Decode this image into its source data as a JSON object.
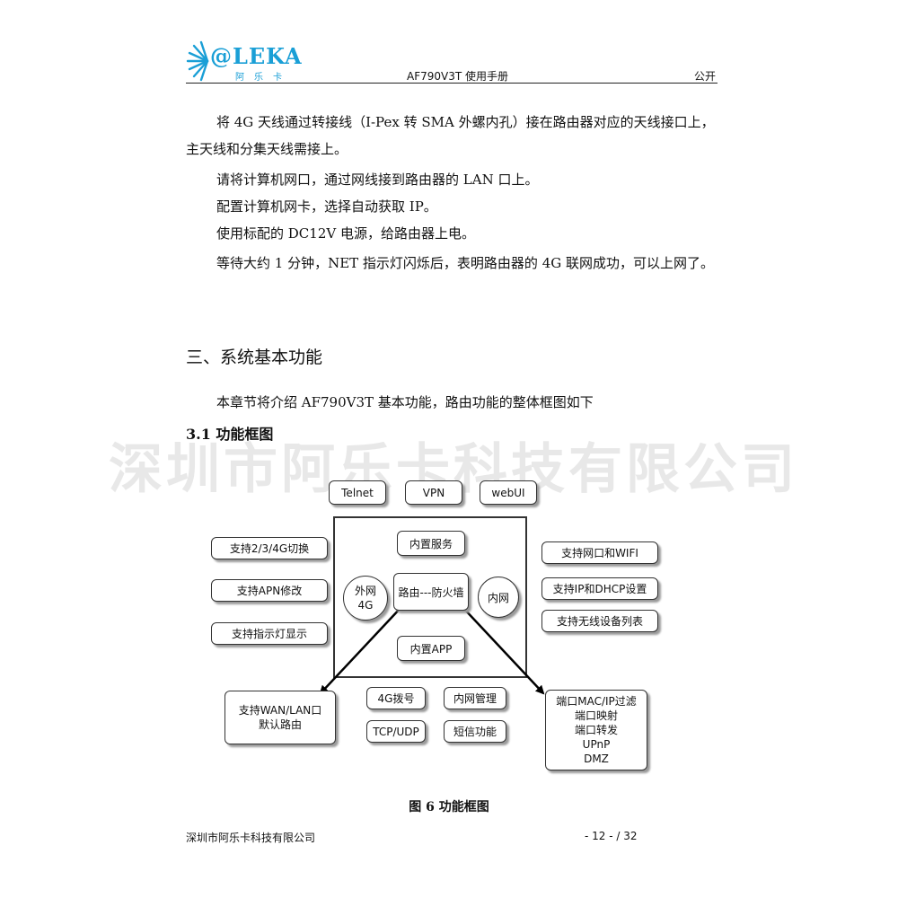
{
  "header": {
    "logo_text": "@LEKA",
    "logo_sub": "阿乐卡",
    "doc_title": "AF790V3T 使用手册",
    "doc_status": "公开"
  },
  "paragraphs": [
    "将 4G 天线通过转接线（I-Pex 转 SMA 外螺内孔）接在路由器对应的天线接口上，主天线和分集天线需接上。",
    "请将计算机网口，通过网线接到路由器的 LAN 口上。",
    "配置计算机网卡，选择自动获取 IP。",
    "使用标配的 DC12V 电源，给路由器上电。",
    "等待大约 1 分钟，NET 指示灯闪烁后，表明路由器的 4G 联网成功，可以上网了。"
  ],
  "section": {
    "title": "三、系统基本功能",
    "intro": "本章节将介绍 AF790V3T 基本功能，路由功能的整体框图如下",
    "subtitle": "3.1 功能框图"
  },
  "watermark": "深圳市阿乐卡科技有限公司",
  "diagram": {
    "top_boxes": [
      "Telnet",
      "VPN",
      "webUI"
    ],
    "left_boxes": [
      "支持2/3/4G切换",
      "支持APN修改",
      "支持指示灯显示"
    ],
    "right_boxes": [
      "支持网口和WIFI",
      "支持IP和DHCP设置",
      "支持无线设备列表"
    ],
    "center": {
      "service": "内置服务",
      "wan_line1": "外网",
      "wan_line2": "4G",
      "router": "路由---防火墙",
      "lan": "内网",
      "app": "内置APP"
    },
    "bottom_left": [
      "支持WAN/LAN口",
      "默认路由"
    ],
    "bottom_middle": [
      "4G拨号",
      "内网管理",
      "TCP/UDP",
      "短信功能"
    ],
    "bottom_right": [
      "端口MAC/IP过滤",
      "端口映射",
      "端口转发",
      "UPnP",
      "DMZ"
    ]
  },
  "caption": "图 6 功能框图",
  "footer": {
    "company": "深圳市阿乐卡科技有限公司",
    "page": "- 12 - / 32"
  },
  "colors": {
    "logo": "#1a9fd6",
    "box_shadow": "#9a9a9a"
  }
}
